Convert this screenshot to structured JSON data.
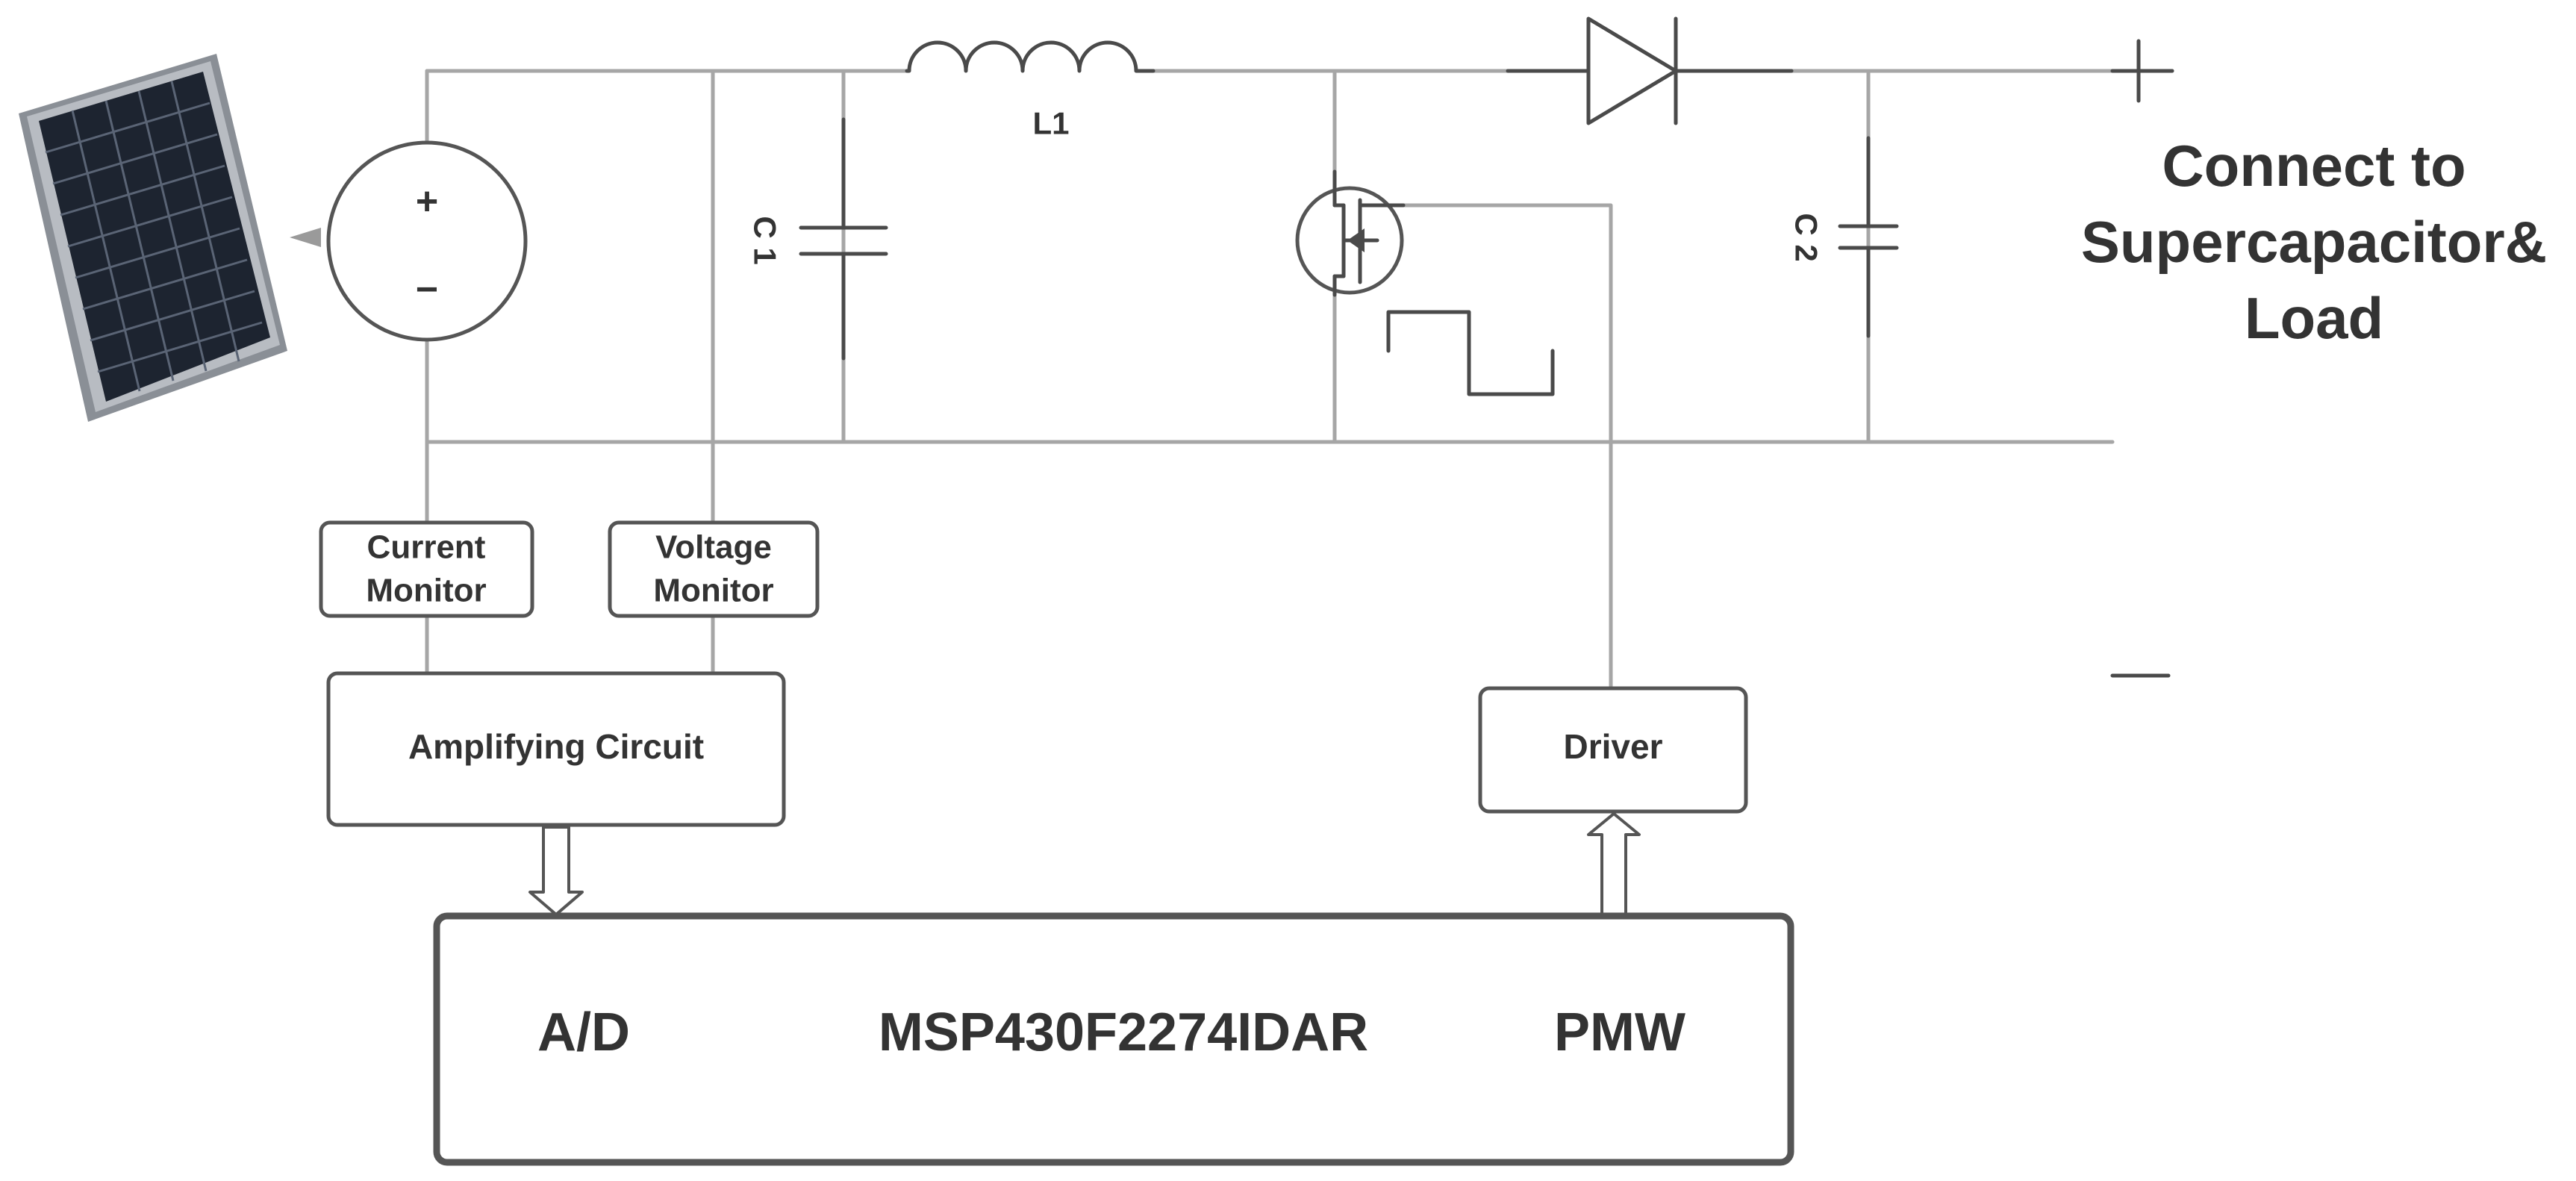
{
  "components": {
    "source_plus": "+",
    "source_minus": "−",
    "inductor": "L1",
    "capacitor_1": "C 1",
    "capacitor_2": "C 2"
  },
  "blocks": {
    "current_monitor": [
      "Current",
      "Monitor"
    ],
    "voltage_monitor": [
      "Voltage",
      "Monitor"
    ],
    "amplifier": "Amplifying Circuit",
    "driver": "Driver"
  },
  "mcu": {
    "left": "A/D",
    "center": "MSP430F2274IDAR",
    "right": "PMW"
  },
  "output": {
    "text": [
      "Connect to",
      "Supercapacitor&",
      "Load"
    ]
  }
}
